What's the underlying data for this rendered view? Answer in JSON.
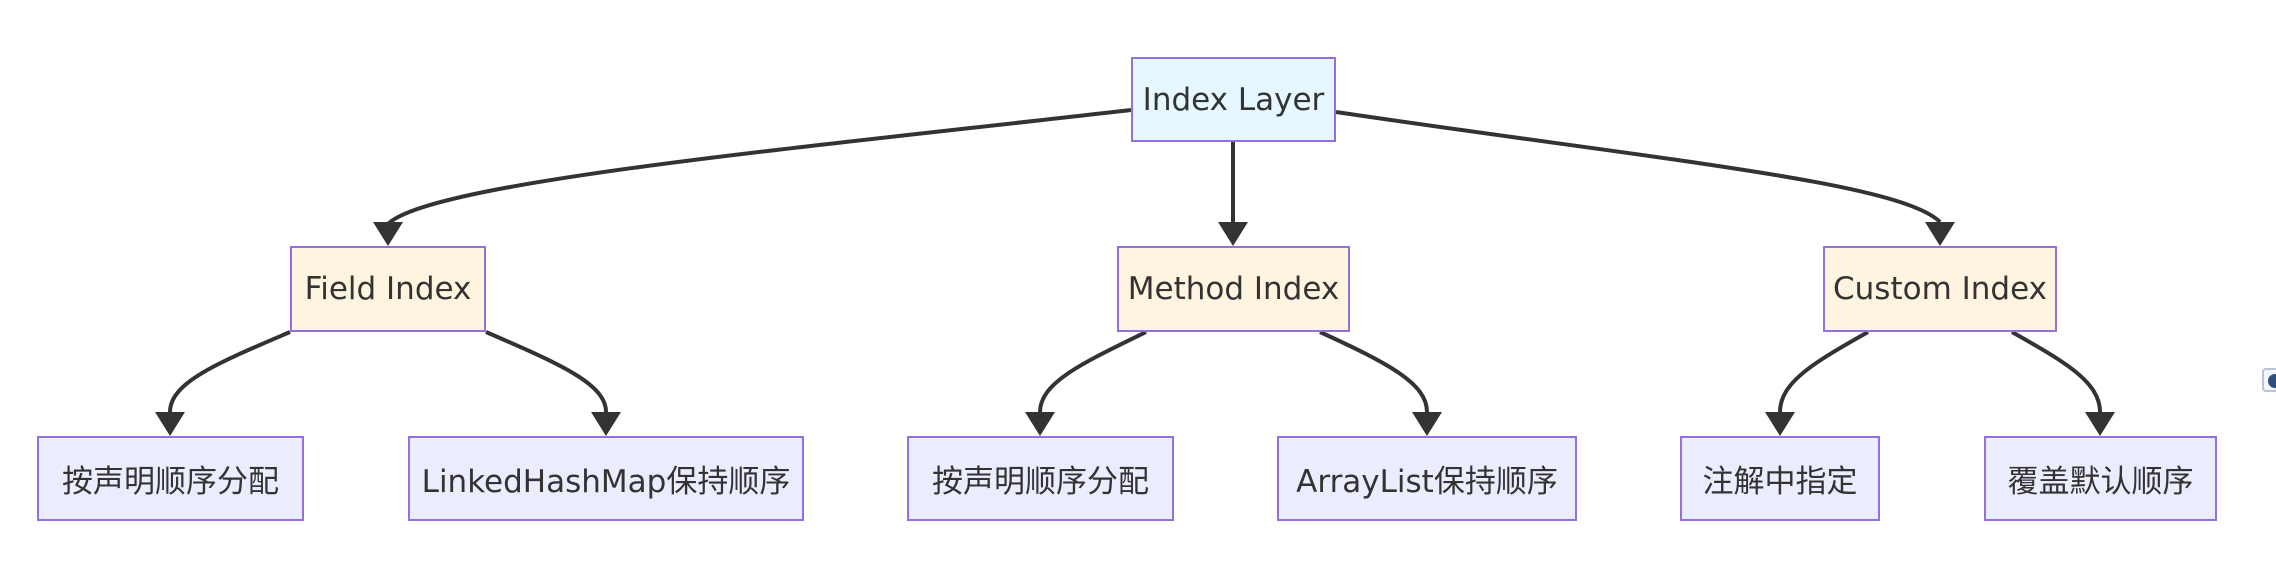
{
  "nodes": {
    "root": "Index Layer",
    "field": "Field Index",
    "method": "Method Index",
    "custom": "Custom Index",
    "field_leaf_1": "按声明顺序分配",
    "field_leaf_2": "LinkedHashMap保持顺序",
    "method_leaf_1": "按声明顺序分配",
    "method_leaf_2": "ArrayList保持顺序",
    "custom_leaf_1": "注解中指定",
    "custom_leaf_2": "覆盖默认顺序"
  },
  "colors": {
    "root_fill": "#e6f7ff",
    "category_fill": "#fff4e0",
    "leaf_fill": "#ececff",
    "node_border": "#9370db",
    "edge": "#333333",
    "text": "#333333"
  }
}
